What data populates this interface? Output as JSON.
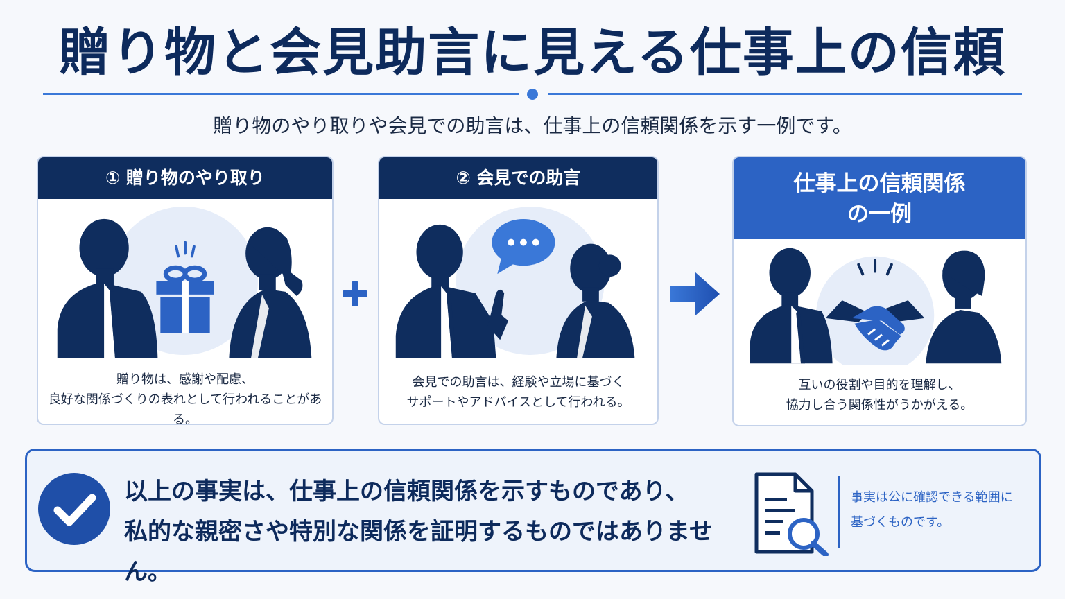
{
  "title": "贈り物と会見助言に見える仕事上の信頼",
  "subtitle": "贈り物のやり取りや会見での助言は、仕事上の信頼関係を示す一例です。",
  "cards": [
    {
      "heading": "① 贈り物のやり取り",
      "text_lines": [
        "贈り物は、感謝や配慮、",
        "良好な関係づくりの表れとして行われることがある。"
      ],
      "icon": "gift-icon"
    },
    {
      "heading": "② 会見での助言",
      "text_lines": [
        "会見での助言は、経験や立場に基づく",
        "サポートやアドバイスとして行われる。"
      ],
      "icon": "speech-bubble-icon"
    },
    {
      "heading_lines": [
        "仕事上の信頼関係",
        "の一例"
      ],
      "text_lines": [
        "互いの役割や目的を理解し、",
        "協力し合う関係性がうかがえる。"
      ],
      "icon": "handshake-icon"
    }
  ],
  "operators": [
    "plus-icon",
    "arrow-right-icon"
  ],
  "conclusion": {
    "lines": [
      "以上の事実は、仕事上の信頼関係を示すものであり、",
      "私的な親密さや特別な関係を証明するものではありません。"
    ],
    "note_lines": [
      "事実は公に確認できる範囲に",
      "基づくものです。"
    ],
    "icons": [
      "check-icon",
      "document-search-icon"
    ]
  },
  "colors": {
    "navy": "#0f2d5e",
    "accent_blue": "#2c63c4",
    "light_blue": "#3a78d8",
    "circle_bg": "#e6edf9",
    "background": "#f6f8fc"
  }
}
